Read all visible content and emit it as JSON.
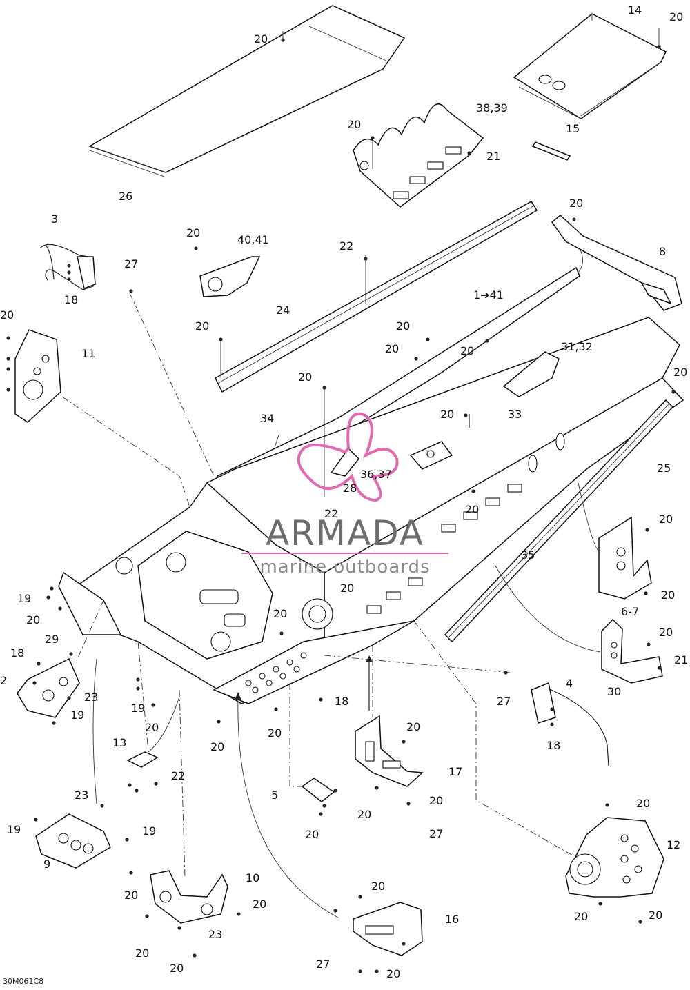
{
  "diagram": {
    "code": "30M061C8",
    "watermark": {
      "brand": "ARMADA",
      "tagline": "marine outboards",
      "accent": "#e26ab0"
    },
    "labels": {
      "p26": "26",
      "p14": "14",
      "p15": "15",
      "p3839": "38,39",
      "p21a": "21",
      "p3": "3",
      "p27a": "27",
      "p18a": "18",
      "p4041": "40,41",
      "p22a": "22",
      "p8": "8",
      "p11": "11",
      "p24": "24",
      "p141": "1➔41",
      "p3132": "31,32",
      "p33": "33",
      "p34": "34",
      "p3637": "36,37",
      "p28": "28",
      "p22b": "22",
      "p25": "25",
      "p35": "35",
      "p67": "6-7",
      "p19a": "19",
      "p29": "29",
      "p18b": "18",
      "p2": "2",
      "p23a": "23",
      "p19b": "19",
      "p19c": "19",
      "p21b": "21",
      "p30": "30",
      "p27b": "27",
      "p4": "4",
      "p18c": "18",
      "p18d": "18",
      "p13": "13",
      "p22c": "22",
      "p17": "17",
      "p5": "5",
      "p27c": "27",
      "p23b": "23",
      "p19d": "19",
      "p19e": "19",
      "p9": "9",
      "p12": "12",
      "p10": "10",
      "p23c": "23",
      "p16": "16",
      "p27d": "27",
      "n20": "20"
    }
  }
}
